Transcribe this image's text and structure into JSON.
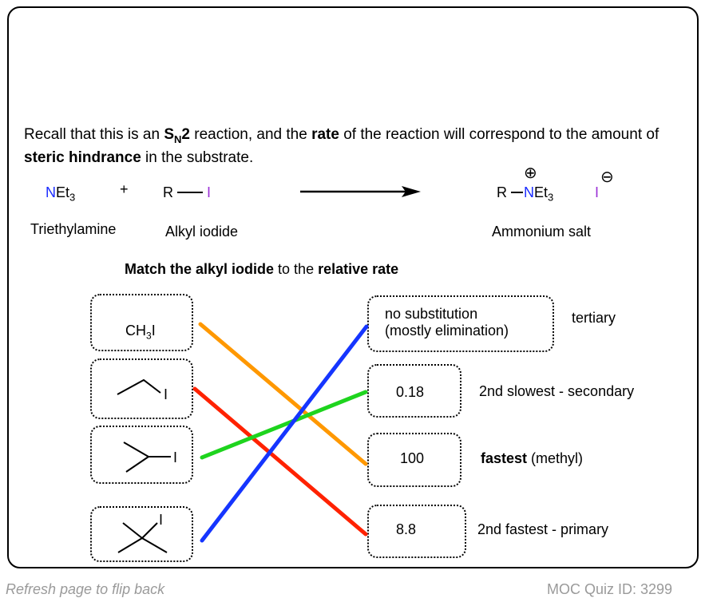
{
  "intro": {
    "p1": "Recall that this is an ",
    "sn_s": "S",
    "sn_n": "N",
    "sn_2": "2",
    "p2": " reaction, and the ",
    "rate": "rate",
    "p3": " of the reaction will correspond to the amount of ",
    "steric": "steric hindrance",
    "p4": " in the substrate."
  },
  "reaction": {
    "amine_n": "N",
    "amine_et": "Et",
    "amine_sub": "3",
    "plus": "+",
    "ri_r": "R",
    "ri_i": "I",
    "prod_r": "R",
    "prod_n": "N",
    "prod_et": "Et",
    "prod_sub": "3",
    "prod_plus": "⊕",
    "iodide": "I",
    "iodide_minus": "⊖",
    "label_amine": "Triethylamine",
    "label_alkyl": "Alkyl iodide",
    "label_salt": "Ammonium salt"
  },
  "prompt": {
    "p1": "Match the alkyl iodide",
    "p2": " to the ",
    "p3": "relative rate"
  },
  "substrates": {
    "methyl_ch": "CH",
    "methyl_sub": "3",
    "methyl_i": "I",
    "ethyl_i": "I",
    "isopropyl_i": "I",
    "tbutyl_i": "I"
  },
  "rates": [
    "no substitution",
    "(mostly elimination)",
    "0.18",
    "100",
    "8.8"
  ],
  "classes": {
    "tertiary": "tertiary",
    "secondary": "2nd slowest - secondary",
    "fastest_bold": "fastest",
    "fastest_rest": " (methyl)",
    "primary": "2nd fastest - primary"
  },
  "line_colors": {
    "methyl": "#ff9800",
    "ethyl": "#ff2200",
    "isopropyl": "#1ed41e",
    "tbutyl": "#1535ff"
  },
  "footer": {
    "refresh": "Refresh page to flip back",
    "quiz_id": "MOC Quiz ID: 3299"
  }
}
